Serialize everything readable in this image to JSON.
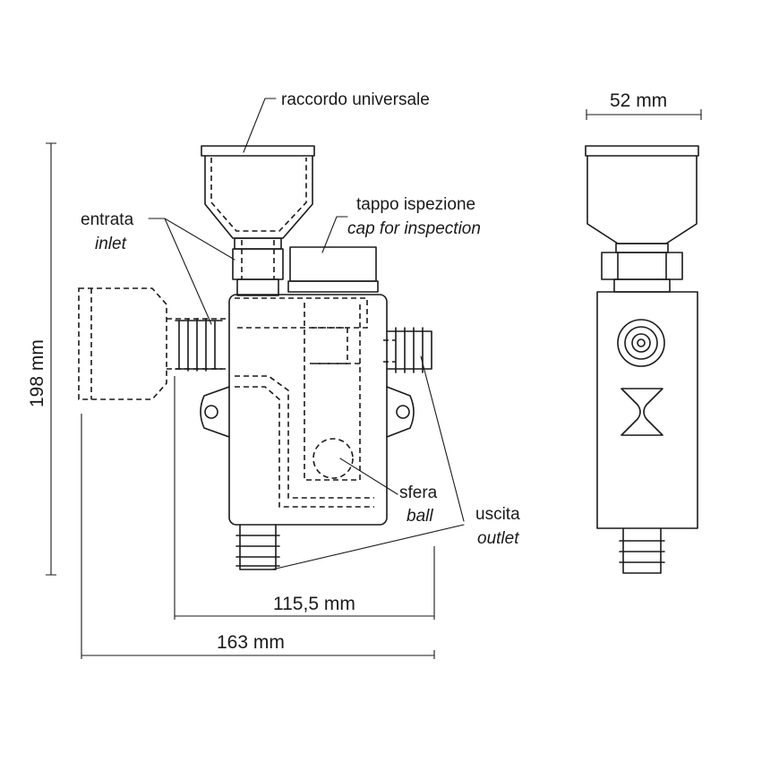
{
  "labels": {
    "fitting": "raccordo universale",
    "cap_it": "tappo ispezione",
    "cap_en": "cap for inspection",
    "inlet_it": "entrata",
    "inlet_en": "inlet",
    "ball_it": "sfera",
    "ball_en": "ball",
    "outlet_it": "uscita",
    "outlet_en": "outlet"
  },
  "dimensions": {
    "height": "198 mm",
    "body_width": "115,5 mm",
    "total_width": "163 mm",
    "side_width": "52 mm"
  }
}
